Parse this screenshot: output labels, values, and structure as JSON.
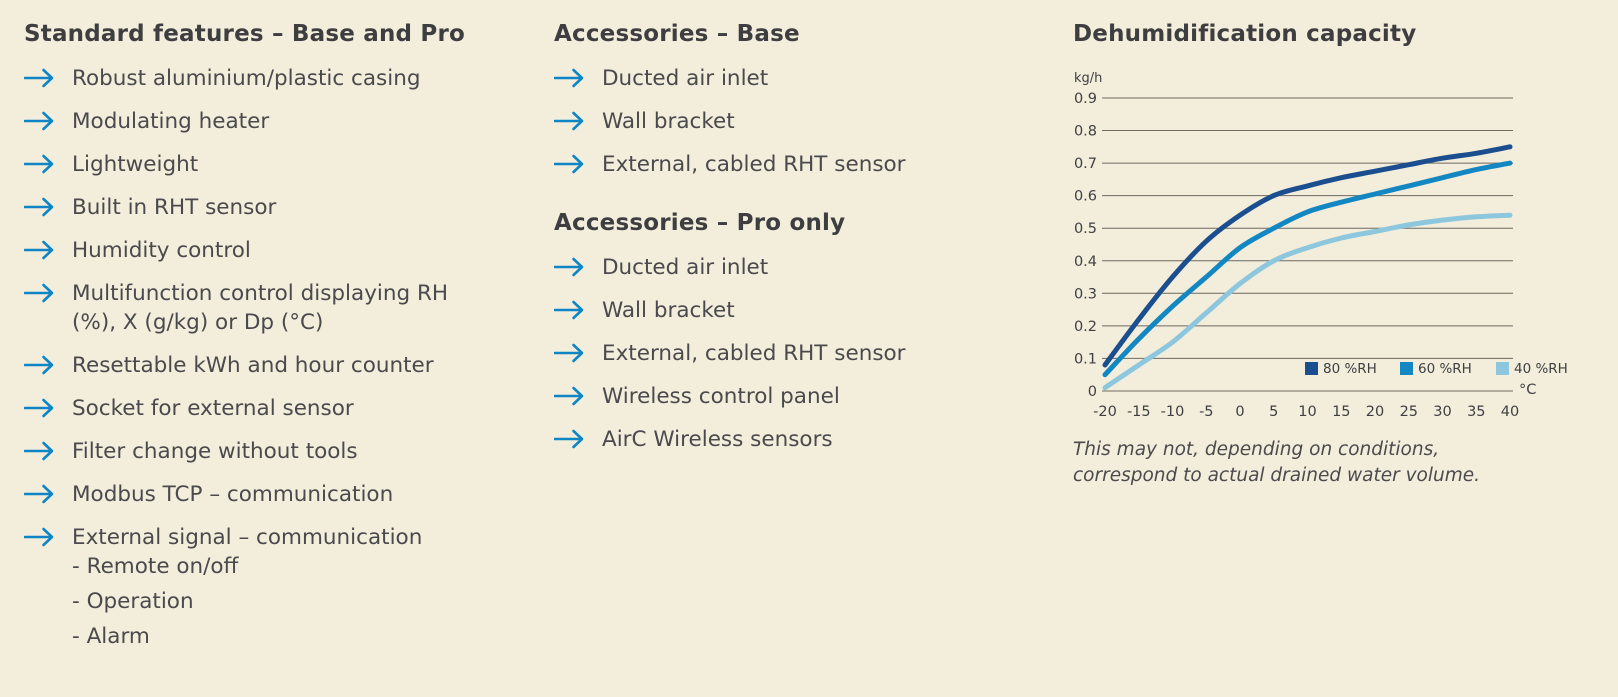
{
  "page": {
    "background_color": "#f3eddc",
    "accent_arrow_color": "#0e86c5",
    "text_color": "#4a4a4c"
  },
  "columns": {
    "features": {
      "title": "Standard features – Base and Pro",
      "items": [
        {
          "text": "Robust aluminium/plastic casing"
        },
        {
          "text": "Modulating heater"
        },
        {
          "text": "Lightweight"
        },
        {
          "text": "Built in RHT sensor"
        },
        {
          "text": "Humidity control"
        },
        {
          "text": "Multifunction control displaying RH (%), X (g/kg) or Dp (°C)"
        },
        {
          "text": "Resettable kWh and hour counter"
        },
        {
          "text": "Socket for external sensor"
        },
        {
          "text": "Filter change without tools"
        },
        {
          "text": "Modbus TCP – communication"
        },
        {
          "text": "External signal – communication",
          "subitems": [
            "- Remote on/off",
            "- Operation",
            "- Alarm"
          ]
        }
      ]
    },
    "accessories_base": {
      "title": "Accessories – Base",
      "items": [
        {
          "text": "Ducted air inlet"
        },
        {
          "text": "Wall bracket"
        },
        {
          "text": "External, cabled RHT sensor"
        }
      ]
    },
    "accessories_pro": {
      "title": "Accessories – Pro only",
      "items": [
        {
          "text": "Ducted air inlet"
        },
        {
          "text": "Wall bracket"
        },
        {
          "text": "External, cabled RHT sensor"
        },
        {
          "text": "Wireless control panel"
        },
        {
          "text": "AirC Wireless sensors"
        }
      ]
    }
  },
  "chart": {
    "title": "Dehumidification capacity",
    "caption": "This may not, depending on conditions, correspond to actual drained water volume."
  },
  "chart_data": {
    "type": "line",
    "title": "Dehumidification capacity",
    "xlabel": "°C",
    "ylabel": "kg/h",
    "x": [
      -20,
      -15,
      -10,
      -5,
      0,
      5,
      10,
      15,
      20,
      25,
      30,
      35,
      40
    ],
    "xlim": [
      -20,
      40
    ],
    "ylim": [
      0,
      0.9
    ],
    "ytick_step": 0.1,
    "grid": true,
    "legend_position": "inside-bottom-right",
    "series": [
      {
        "name": "80 %RH",
        "color": "#1b4e8e",
        "values": [
          0.08,
          0.22,
          0.35,
          0.46,
          0.54,
          0.6,
          0.63,
          0.655,
          0.675,
          0.695,
          0.715,
          0.73,
          0.75
        ]
      },
      {
        "name": "60 %RH",
        "color": "#1287c2",
        "values": [
          0.05,
          0.16,
          0.26,
          0.35,
          0.44,
          0.5,
          0.55,
          0.58,
          0.605,
          0.63,
          0.655,
          0.68,
          0.7
        ]
      },
      {
        "name": "40 %RH",
        "color": "#8cc7de",
        "values": [
          0.01,
          0.08,
          0.15,
          0.24,
          0.33,
          0.4,
          0.44,
          0.47,
          0.49,
          0.51,
          0.525,
          0.535,
          0.54
        ]
      }
    ]
  }
}
